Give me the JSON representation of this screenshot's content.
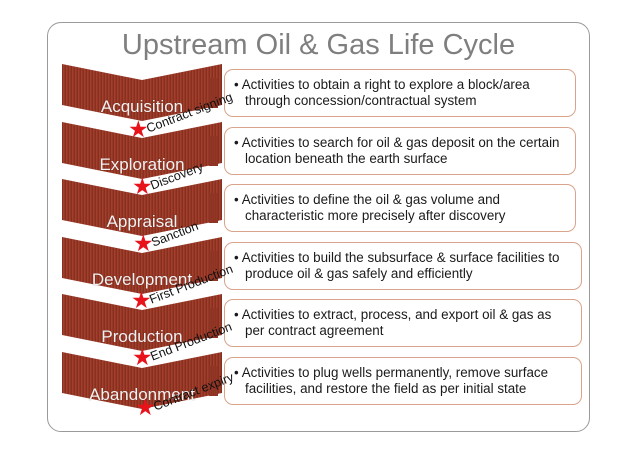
{
  "slide": {
    "title": "Upstream Oil & Gas Life Cycle",
    "frame_border_color": "#9a9a9a",
    "title_color": "#7f7f7f",
    "background_color": "#ffffff"
  },
  "theme": {
    "chevron_fill_dark": "#8f3323",
    "chevron_fill_light": "#a4402e",
    "chevron_stripe": "#7a2a1c",
    "phase_label_color": "#f2f2f2",
    "callout_border_color": "#d9a38c",
    "callout_fill": "#ffffff",
    "star_color": "#e8121b",
    "milestone_label_color": "#111111"
  },
  "phases": [
    {
      "name": "Acquisition",
      "description": "Activities to obtain a right to explore a block/area through concession/contractual system",
      "bullet": "•"
    },
    {
      "name": "Exploration",
      "description": "Activities to search for oil & gas deposit on the certain location beneath the earth surface",
      "bullet": "•"
    },
    {
      "name": "Appraisal",
      "description": "Activities to define the oil & gas volume and characteristic more precisely after discovery",
      "bullet": "•"
    },
    {
      "name": "Development",
      "description": "Activities to build the subsurface & surface facilities to produce oil & gas safely and efficiently",
      "bullet": "•"
    },
    {
      "name": "Production",
      "description": "Activities to extract, process, and export oil & gas as per contract agreement",
      "bullet": "•"
    },
    {
      "name": "Abandonment",
      "description": "Activities to plug wells permanently, remove surface facilities, and restore the field as per initial state",
      "bullet": "•"
    }
  ],
  "milestones": [
    {
      "label": "Contract signing",
      "icon": "star-icon"
    },
    {
      "label": "Discovery",
      "icon": "star-icon"
    },
    {
      "label": "Sanction",
      "icon": "star-icon"
    },
    {
      "label": "First Production",
      "icon": "star-icon"
    },
    {
      "label": "End Production",
      "icon": "star-icon"
    },
    {
      "label": "Contract expiry",
      "icon": "star-icon"
    }
  ]
}
